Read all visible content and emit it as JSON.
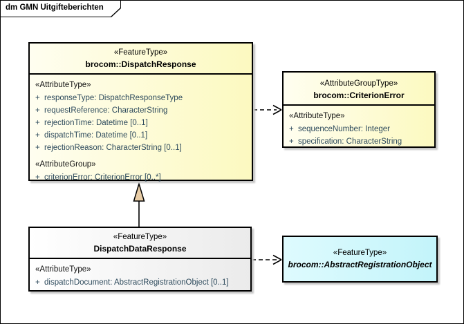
{
  "frame": {
    "title": "dm GMN Uitgifteberichten"
  },
  "colors": {
    "feature_yellow": "#FCF9C0",
    "feature_gray": "#EBEBEB",
    "feature_cyan": "#C3F4FA",
    "attribute_text": "#2D4A5C",
    "generalization_arrow_fill": "#E9CDA6"
  },
  "classes": {
    "dispatch_response": {
      "stereotype": "«FeatureType»",
      "name": "brocom::DispatchResponse",
      "sections": [
        {
          "heading": "«AttributeType»",
          "rows": [
            {
              "vis": "+",
              "text": "responseType: DispatchResponseType"
            },
            {
              "vis": "+",
              "text": "requestReference: CharacterString"
            },
            {
              "vis": "+",
              "text": "rejectionTime: Datetime [0..1]"
            },
            {
              "vis": "+",
              "text": "dispatchTime: Datetime [0..1]"
            },
            {
              "vis": "+",
              "text": "rejectionReason: CharacterString [0..1]"
            }
          ]
        },
        {
          "heading": "«AttributeGroup»",
          "rows": [
            {
              "vis": "+",
              "text": "criterionError: CriterionError [0..*]"
            }
          ]
        }
      ]
    },
    "criterion_error": {
      "stereotype": "«AttributeGroupType»",
      "name": "brocom::CriterionError",
      "sections": [
        {
          "heading": "«AttributeType»",
          "rows": [
            {
              "vis": "+",
              "text": "sequenceNumber: Integer"
            },
            {
              "vis": "+",
              "text": "specification: CharacterString"
            }
          ]
        }
      ]
    },
    "dispatch_data_response": {
      "stereotype": "«FeatureType»",
      "name": "DispatchDataResponse",
      "sections": [
        {
          "heading": "«AttributeType»",
          "rows": [
            {
              "vis": "+",
              "text": "dispatchDocument: AbstractRegistrationObject [0..1]"
            }
          ]
        }
      ]
    },
    "abstract_registration_object": {
      "stereotype": "«FeatureType»",
      "name": "brocom::AbstractRegistrationObject"
    }
  },
  "connectors": [
    {
      "type": "dependency",
      "from": "brocom::DispatchResponse",
      "to": "brocom::CriterionError",
      "style": "dashed-open-arrow"
    },
    {
      "type": "dependency",
      "from": "DispatchDataResponse",
      "to": "brocom::AbstractRegistrationObject",
      "style": "dashed-open-arrow"
    },
    {
      "type": "generalization",
      "from": "DispatchDataResponse",
      "to": "brocom::DispatchResponse",
      "style": "solid-hollow-triangle"
    }
  ]
}
